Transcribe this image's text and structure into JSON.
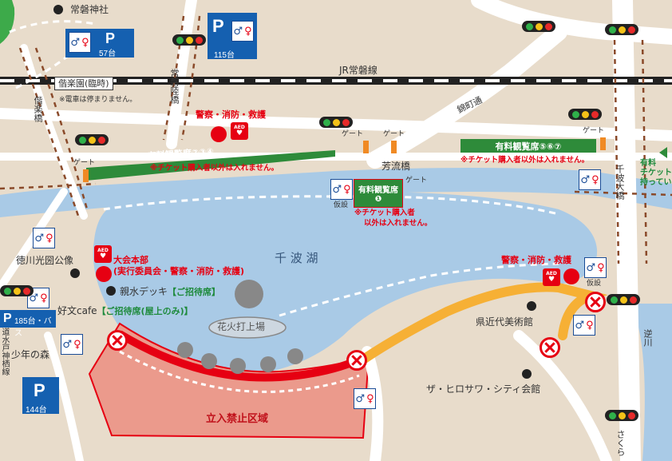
{
  "map": {
    "labels": {
      "shrine": "常磐神社",
      "jr_line": "JR常磐線",
      "kairakuen_station": "偕楽園(臨時)",
      "train_note": "※電車は停まりません。",
      "tokiwa_bridge": "常磐陸橋",
      "kairaku_bridge": "偕楽橋",
      "nishikimachi": "錦町通",
      "police_fire_rescue_top": "警察・消防・救護",
      "police_fire_rescue_right": "警察・消防・救護",
      "paid_seats_234": "有料観覧席②③④",
      "paid_seats_567": "有料観覧席⑤⑥⑦",
      "ticket_note_left": "※チケット購入者以外は入れません。",
      "ticket_note_right": "※チケット購入者以外は入れません。",
      "gate": "ゲート",
      "horyu_bridge": "芳流橋",
      "paid_seats_1": "有料観覧席",
      "paid_seats_1_num": "❶",
      "ticket_note_center_1": "※チケット購入者",
      "ticket_note_center_2": "以外は入れません。",
      "temporary": "仮設",
      "lake": "千 波 湖",
      "hq": "大会本部",
      "hq_sub": "(実行委員会・警察・消防・救護)",
      "tokugawa_statue": "徳川光圀公像",
      "shinsui_deck": "親水デッキ",
      "invited_seats": "【ご招待席】",
      "kobun_cafe": "好文cafe",
      "invited_rooftop": "【ご招待席(屋上のみ)】",
      "launch_site": "花火打上場",
      "museum": "県近代美術館",
      "hotel": "ザ・ヒロサワ・シティ会館",
      "youth_forest": "少年の森",
      "restricted_area": "立入禁止区域",
      "senba_bridge": "千波大橋",
      "sakura_river": "逆川",
      "sakura_st": "さくら",
      "bus_note": "185台・バス",
      "side_left": "県道水戸神栖線",
      "right_edge_1": "有料",
      "right_edge_2": "チケット",
      "right_edge_3": "持ってい",
      "aed": "AED"
    },
    "parking": [
      {
        "label": "P",
        "count": "57台"
      },
      {
        "label": "P",
        "count": "115台"
      },
      {
        "label": "P",
        "count": "144台"
      },
      {
        "label": "P",
        "count": ""
      }
    ],
    "colors": {
      "lake": "#a9cae6",
      "road": "#ffffff",
      "ground": "#e8dccb",
      "restricted": "#eb9a8c",
      "red_line": "#e60012",
      "orange_route": "#f6b035",
      "green_banner": "#2e8b3a",
      "parking_blue": "#1560b0"
    },
    "icons": [
      "traffic-signal-icon",
      "toilet-icon",
      "aed-icon",
      "no-entry-icon",
      "parking-icon",
      "landmark-dot-icon",
      "firework-shell-icon"
    ]
  }
}
